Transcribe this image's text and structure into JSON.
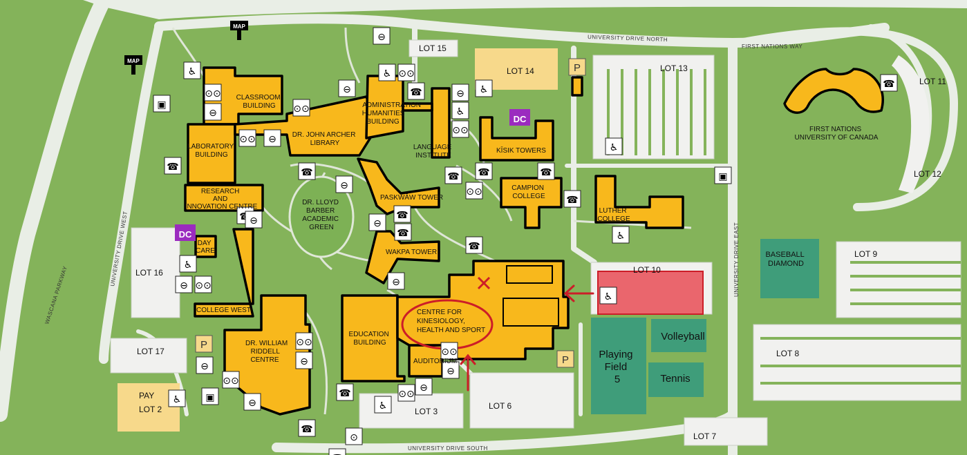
{
  "roads": {
    "north": "UNIVERSITY DRIVE NORTH",
    "south": "UNIVERSITY DRIVE SOUTH",
    "east": "UNIVERSITY DRIVE EAST",
    "west": "UNIVERSITY DRIVE WEST",
    "parkway": "WASCANA PARKWAY",
    "first_nations_way": "FIRST NATIONS WAY"
  },
  "map_sign": "MAP",
  "dc_badge": "DC",
  "parking_sign": "P",
  "lots": {
    "lot15": "LOT 15",
    "lot14": "LOT 14",
    "lot13": "LOT 13",
    "lot11": "LOT 11",
    "lot12": "LOT 12",
    "lot9": "LOT 9",
    "lot10": "LOT 10",
    "lot8": "LOT 8",
    "lot7": "LOT 7",
    "lot6": "LOT 6",
    "lot3": "LOT 3",
    "lot16": "LOT 16",
    "lot17": "LOT 17",
    "lot2_pay": "PAY",
    "lot2": "LOT 2"
  },
  "buildings": {
    "classroom": [
      "CLASSROOM",
      "BUILDING"
    ],
    "laboratory": [
      "LABORATORY",
      "BUILDING"
    ],
    "archer": [
      "DR. JOHN ARCHER",
      "LIBRARY"
    ],
    "administration": [
      "ADMINISTRATION",
      "HUMANITIES",
      "BUILDING"
    ],
    "language": [
      "LANGUAGE",
      "INSTITUTE"
    ],
    "kisik": "KĪSIK TOWERS",
    "campion": [
      "CAMPION",
      "COLLEGE"
    ],
    "luther": [
      "LUTHER",
      "COLLEGE"
    ],
    "research": [
      "RESEARCH",
      "AND",
      "INNOVATION CENTRE"
    ],
    "green": [
      "DR. LLOYD",
      "BARBER",
      "ACADEMIC",
      "GREEN"
    ],
    "paskwaw": "PASKWĀW TOWER",
    "wakpa": "WAKPA TOWER",
    "daycare": [
      "DAY",
      "CARE"
    ],
    "college_west": "COLLEGE WEST",
    "riddell": [
      "DR. WILLIAM",
      "RIDDELL",
      "CENTRE"
    ],
    "education": [
      "EDUCATION",
      "BUILDING"
    ],
    "auditorium": "AUDITORIUM",
    "ckhs": [
      "CENTRE FOR",
      "KINESIOLOGY,",
      "HEALTH  AND  SPORT"
    ],
    "fnuc": [
      "FIRST NATIONS",
      "UNIVERSITY OF CANADA"
    ]
  },
  "fields": {
    "baseball": [
      "BASEBALL",
      "DIAMOND"
    ],
    "volleyball": "Volleyball",
    "tennis": "Tennis",
    "playing_field": [
      "Playing",
      "Field",
      "5"
    ]
  },
  "colors": {
    "grass": "#84b35a",
    "road": "#e9eee6",
    "building": "#f8b81c",
    "sports_field": "#3f9d7a",
    "highlight": "#e8303a",
    "dc_purple": "#9b2bbf"
  },
  "icons": [
    "wheelchair-icon",
    "bicycle-icon",
    "no-entry-icon",
    "bus-icon",
    "motorcycle-icon",
    "emergency-phone-icon",
    "parking-icon",
    "target-marker-icon",
    "direction-arrow-icon"
  ]
}
